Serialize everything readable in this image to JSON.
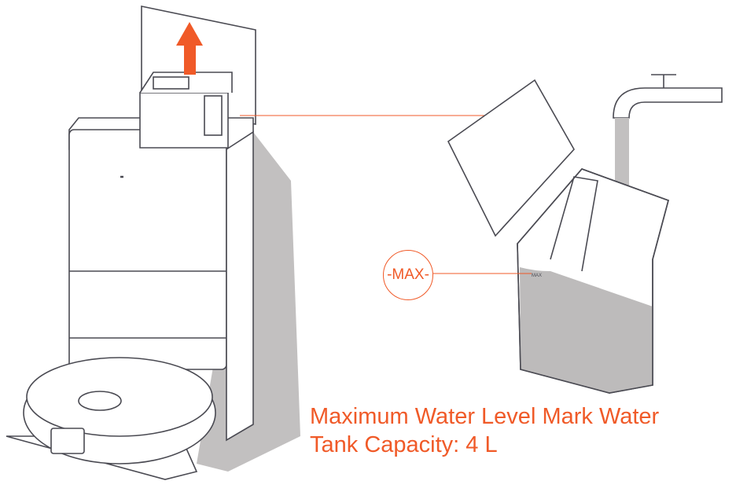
{
  "badge": {
    "max_label": "-MAX-"
  },
  "tank_mark": "MAX",
  "caption": {
    "line1": "Maximum Water Level Mark Water",
    "line2": "Tank Capacity: 4 L"
  },
  "colors": {
    "accent": "#f05a28",
    "line": "#4a4a52",
    "shadow": "#c2c0c0",
    "water": "#bdbbbb"
  },
  "icons": [
    "up-arrow-icon"
  ]
}
